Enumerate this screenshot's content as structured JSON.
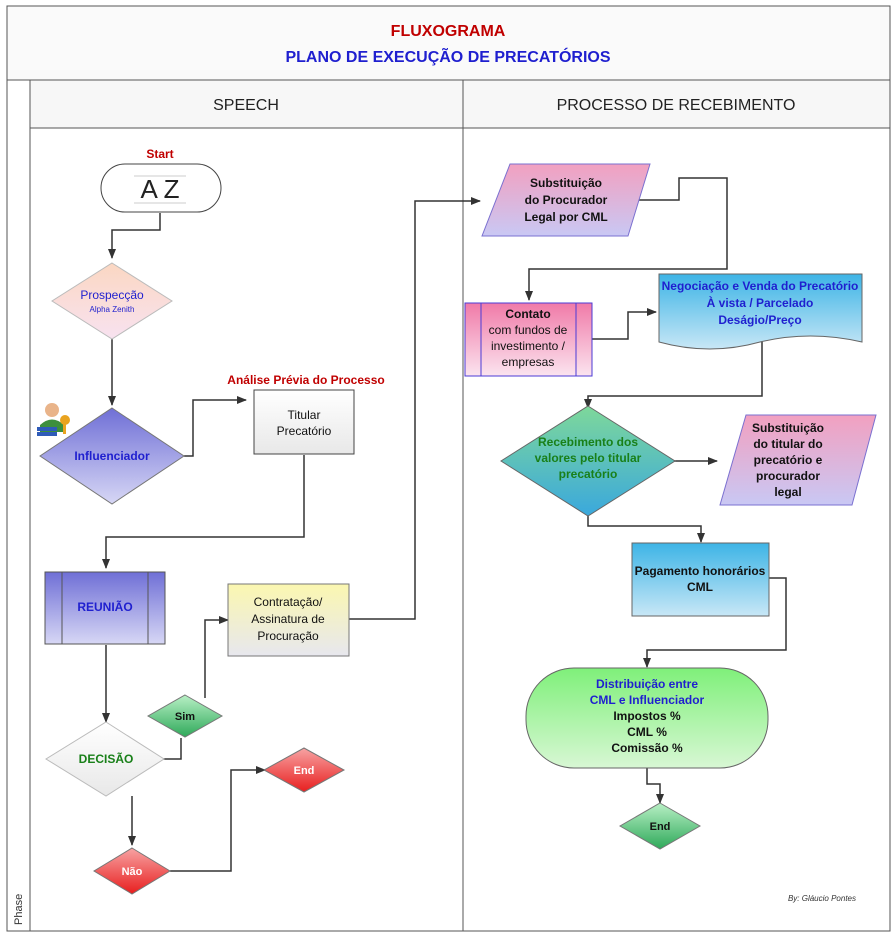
{
  "header": {
    "title": "FLUXOGRAMA",
    "subtitle": "PLANO DE EXECUÇÃO DE PRECATÓRIOS"
  },
  "lanes": {
    "left": "SPEECH",
    "right": "PROCESSO DE RECEBIMENTO",
    "phase_label": "Phase"
  },
  "nodes": {
    "start_label": "Start",
    "logo_text": "A Z",
    "prospeccao_1": "Prospecção",
    "prospeccao_2": "Alpha Zenith",
    "influenciador": "Influenciador",
    "analise_title": "Análise Prévia do Processo",
    "titular_1": "Titular",
    "titular_2": "Precatório",
    "reuniao": "REUNIÃO",
    "contratacao_1": "Contratação/",
    "contratacao_2": "Assinatura de",
    "contratacao_3": "Procuração",
    "sim": "Sim",
    "decisao": "DECISÃO",
    "end_left": "End",
    "nao": "Não",
    "subst_proc_1": "Substituição",
    "subst_proc_2": "do Procurador",
    "subst_proc_3": "Legal por CML",
    "contato_1": "Contato",
    "contato_2": "com fundos de",
    "contato_3": "investimento /",
    "contato_4": "empresas",
    "negociacao_1": "Negociação e Venda do Precatório",
    "negociacao_2": "À vista / Parcelado",
    "negociacao_3": "Deságio/Preço",
    "recebimento_1": "Recebimento dos",
    "recebimento_2": "valores pelo titular",
    "recebimento_3": "precatório",
    "subst_tit_1": "Substituição",
    "subst_tit_2": "do titular do",
    "subst_tit_3": "precatório e",
    "subst_tit_4": "procurador",
    "subst_tit_5": "legal",
    "pagamento_1": "Pagamento honorários",
    "pagamento_2": "CML",
    "distrib_1": "Distribuição entre",
    "distrib_2": "CML e Influenciador",
    "distrib_3": "Impostos %",
    "distrib_4": "CML %",
    "distrib_5": "Comissão %",
    "end_right": "End"
  },
  "footer": {
    "author": "By: Gláucio Pontes"
  }
}
